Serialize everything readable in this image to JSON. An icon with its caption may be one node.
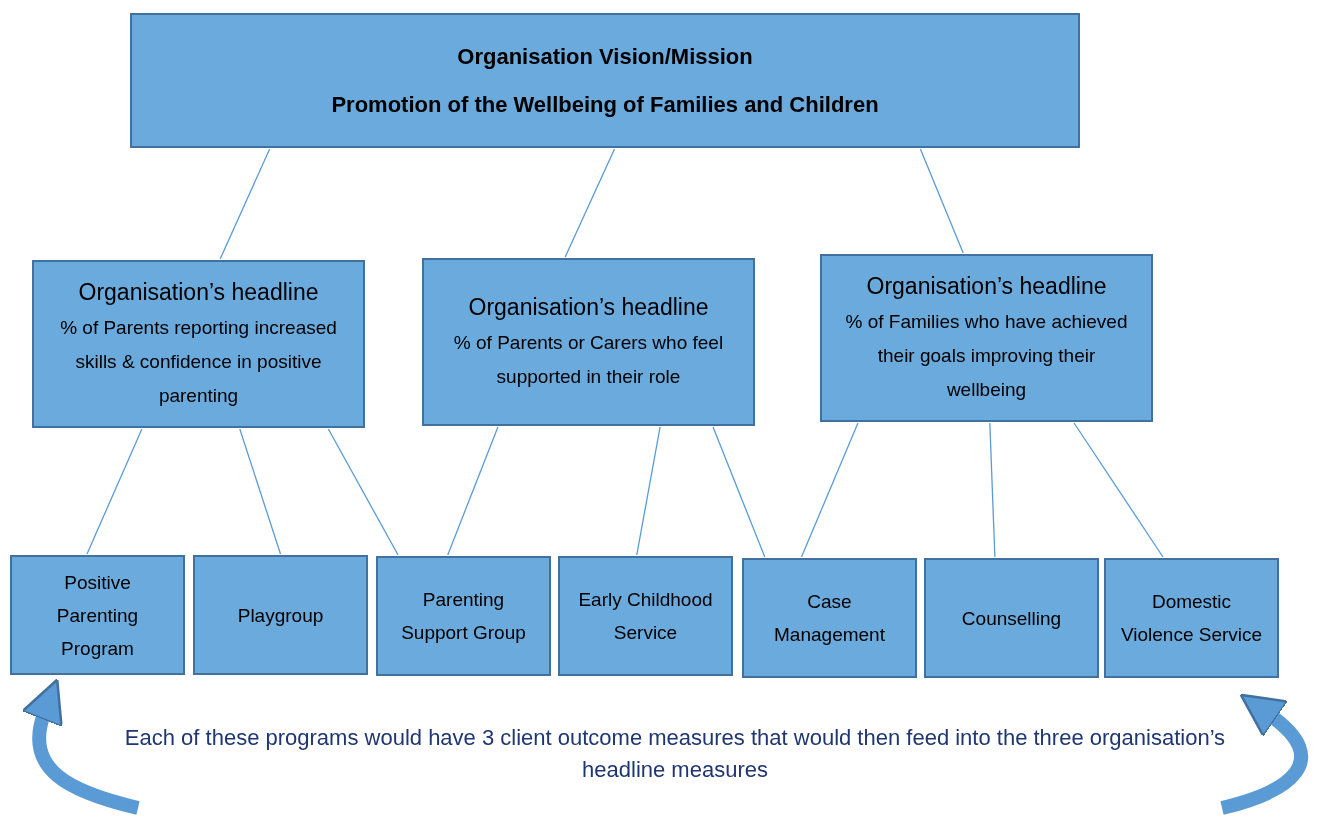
{
  "diagram": {
    "nodes": [
      {
        "text": [
          "Organisation Vision/Mission",
          "Promotion of the Wellbeing of Families and Children"
        ]
      },
      {
        "text": [
          "Organisation’s headline",
          "% of Parents reporting increased skills & confidence in positive parenting"
        ]
      },
      {
        "text": [
          "Organisation’s headline",
          "% of Parents or Carers who feel supported in their role"
        ]
      },
      {
        "text": [
          "Organisation’s headline",
          "% of Families who have achieved their goals improving their wellbeing"
        ]
      },
      {
        "text": [
          "Positive Parenting Program"
        ]
      },
      {
        "text": [
          "Playgroup"
        ]
      },
      {
        "text": [
          "Parenting Support Group"
        ]
      },
      {
        "text": [
          "Early Childhood Service"
        ]
      },
      {
        "text": [
          "Case Management"
        ]
      },
      {
        "text": [
          "Counselling"
        ]
      },
      {
        "text": [
          "Domestic Violence Service"
        ]
      }
    ],
    "edges": [
      {
        "from": 0,
        "to": 1,
        "arrow": "none"
      },
      {
        "from": 0,
        "to": 2,
        "arrow": "none"
      },
      {
        "from": 0,
        "to": 3,
        "arrow": "none"
      },
      {
        "from": 1,
        "to": 4,
        "arrow": "none"
      },
      {
        "from": 1,
        "to": 5,
        "arrow": "none"
      },
      {
        "from": 1,
        "to": 6,
        "arrow": "none"
      },
      {
        "from": 2,
        "to": 6,
        "arrow": "none"
      },
      {
        "from": 2,
        "to": 7,
        "arrow": "none"
      },
      {
        "from": 2,
        "to": 8,
        "arrow": "none"
      },
      {
        "from": 3,
        "to": 8,
        "arrow": "none"
      },
      {
        "from": 3,
        "to": 9,
        "arrow": "none"
      },
      {
        "from": 3,
        "to": 10,
        "arrow": "none"
      },
      {
        "from": null,
        "to": 4,
        "arrow": "to",
        "style": "thick"
      },
      {
        "from": null,
        "to": 10,
        "arrow": "to",
        "style": "thick"
      }
    ],
    "labels": [
      "Each of these programs would have 3 client outcome measures that would then feed into the three organisation’s headline measures"
    ]
  }
}
